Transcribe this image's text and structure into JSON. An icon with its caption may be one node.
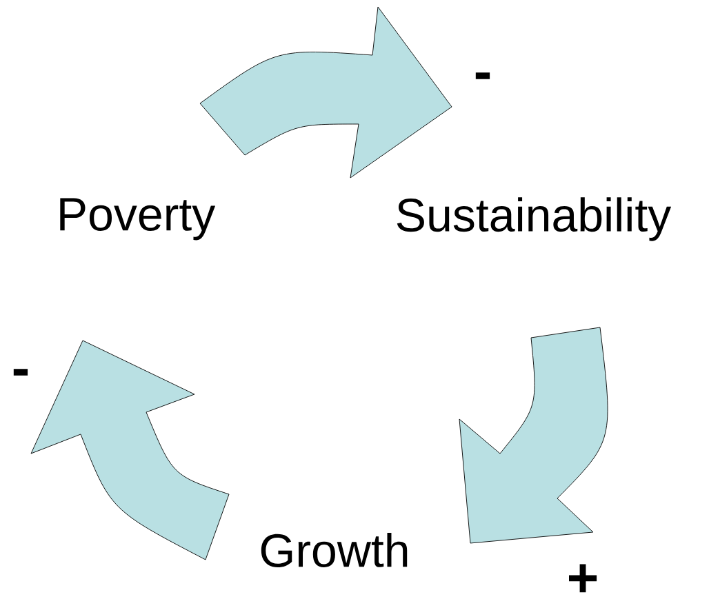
{
  "diagram": {
    "nodes": [
      {
        "text": [
          "Poverty"
        ]
      },
      {
        "text": [
          "Sustainability"
        ]
      },
      {
        "text": [
          "Growth"
        ]
      }
    ],
    "edges": [
      {
        "from": 0,
        "to": 1,
        "arrow": "to",
        "label": "-"
      },
      {
        "from": 1,
        "to": 2,
        "arrow": "to",
        "label": "+"
      },
      {
        "from": 2,
        "to": 0,
        "arrow": "to",
        "label": "-"
      }
    ]
  }
}
